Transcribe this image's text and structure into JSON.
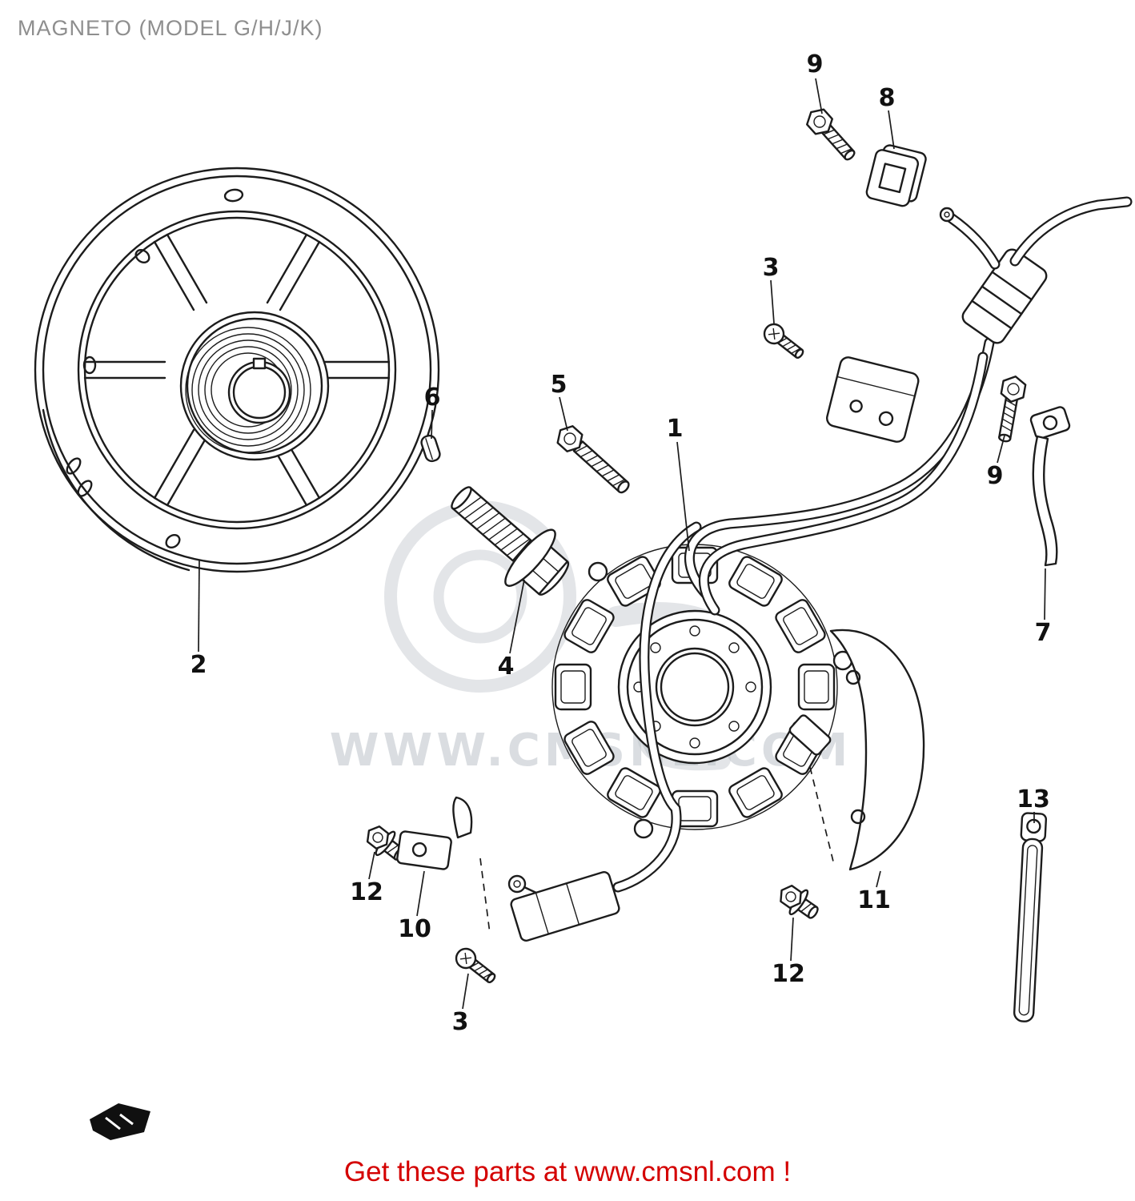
{
  "page": {
    "title": "MAGNETO (MODEL G/H/J/K)",
    "watermark": "WWW.CMSNL.COM",
    "footer_link": "Get these parts at www.cmsnl.com !"
  },
  "colors": {
    "title_gray": "#8e8e8e",
    "footer_red": "#d40000",
    "line_black": "#1c1c1c",
    "watermark_gray": "#c7ccd1"
  },
  "callouts": [
    {
      "part": "bolt-upper",
      "label": "9"
    },
    {
      "part": "grommet",
      "label": "8"
    },
    {
      "part": "screw-upper",
      "label": "3"
    },
    {
      "part": "stator-bolt",
      "label": "5"
    },
    {
      "part": "key",
      "label": "6"
    },
    {
      "part": "stator",
      "label": "1"
    },
    {
      "part": "bolt-right",
      "label": "9"
    },
    {
      "part": "rotor",
      "label": "2"
    },
    {
      "part": "flanged-bolt",
      "label": "4"
    },
    {
      "part": "clamp-right",
      "label": "7"
    },
    {
      "part": "clamp-long",
      "label": "13"
    },
    {
      "part": "bolt-left",
      "label": "12"
    },
    {
      "part": "wire-clamp",
      "label": "10"
    },
    {
      "part": "protector",
      "label": "11"
    },
    {
      "part": "bolt-lower-right",
      "label": "12"
    },
    {
      "part": "screw-lower",
      "label": "3"
    }
  ]
}
